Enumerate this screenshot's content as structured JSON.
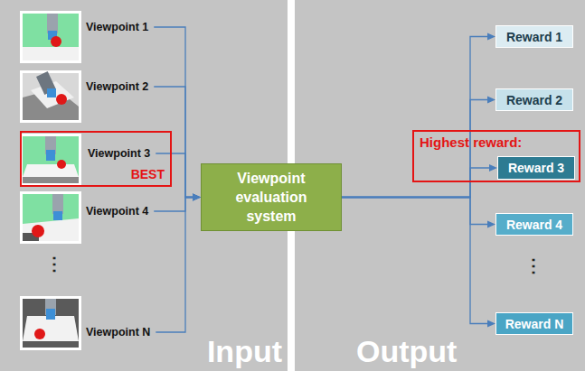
{
  "diagram": {
    "nodes": [
      {
        "text": [
          "Input"
        ]
      },
      {
        "text": [
          "Viewpoint 1"
        ],
        "in": 0
      },
      {
        "text": [
          "Viewpoint 2"
        ],
        "in": 0
      },
      {
        "text": [
          "BEST"
        ],
        "in": 0
      },
      {
        "text": [
          "Viewpoint 3"
        ],
        "in": 3
      },
      {
        "text": [
          "Viewpoint 4"
        ],
        "in": 0
      },
      {
        "text": [
          "Viewpoint N"
        ],
        "in": 0
      },
      {
        "text": [
          "Viewpoint evaluation system"
        ]
      },
      {
        "text": [
          "Output"
        ]
      },
      {
        "text": [
          "Reward 1"
        ],
        "in": 8
      },
      {
        "text": [
          "Reward 2"
        ],
        "in": 8
      },
      {
        "text": [
          "Highest reward:"
        ],
        "in": 8
      },
      {
        "text": [
          "Reward 3"
        ],
        "in": 11
      },
      {
        "text": [
          "Reward 4"
        ],
        "in": 8
      },
      {
        "text": [
          "Reward N"
        ],
        "in": 8
      }
    ],
    "edges": [
      {
        "from": 1,
        "to": 7,
        "arrow": "to"
      },
      {
        "from": 2,
        "to": 7,
        "arrow": "to"
      },
      {
        "from": 4,
        "to": 7,
        "arrow": "to"
      },
      {
        "from": 5,
        "to": 7,
        "arrow": "to"
      },
      {
        "from": 6,
        "to": 7,
        "arrow": "to"
      },
      {
        "from": 7,
        "to": 9,
        "arrow": "to"
      },
      {
        "from": 7,
        "to": 10,
        "arrow": "to"
      },
      {
        "from": 7,
        "to": 12,
        "arrow": "to"
      },
      {
        "from": 7,
        "to": 13,
        "arrow": "to"
      },
      {
        "from": 7,
        "to": 14,
        "arrow": "to"
      }
    ],
    "labels": [
      "⋮",
      "⋮"
    ]
  }
}
